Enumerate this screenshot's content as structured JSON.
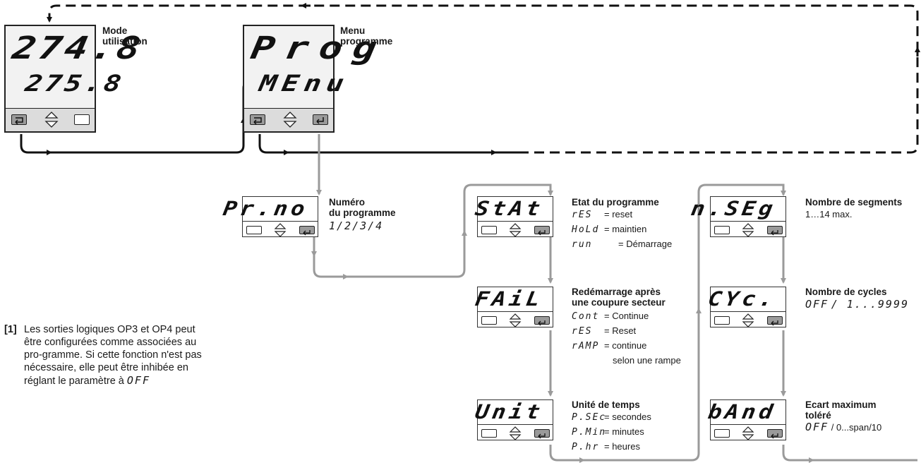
{
  "panels": {
    "mode": {
      "line1": "274.8",
      "line2": "275.8",
      "title": "Mode utilisation"
    },
    "prog": {
      "line1": "Prog",
      "line2": "MEnu",
      "title": "Menu programme"
    }
  },
  "params": {
    "prno": {
      "display": "Pr.no",
      "title1": "Numéro",
      "title2": "du programme",
      "values": "1/2/3/4"
    },
    "stat": {
      "display": "StAt",
      "title": "Etat du programme",
      "options": [
        {
          "code": "rES",
          "label": "= reset"
        },
        {
          "code": "HoLd",
          "label": "= maintien"
        },
        {
          "code": "run",
          "label": "= Démarrage"
        }
      ]
    },
    "fail": {
      "display": "FAiL",
      "title1": "Redémarrage après",
      "title2": "une coupure secteur",
      "options": [
        {
          "code": "Cont",
          "label": "= Continue"
        },
        {
          "code": "rES",
          "label": "= Reset"
        },
        {
          "code": "rAMP",
          "label": "= continue"
        }
      ],
      "extra": "selon une rampe"
    },
    "unit": {
      "display": "Unit",
      "title": "Unité de temps",
      "options": [
        {
          "code": "P.SEc",
          "label": "= secondes"
        },
        {
          "code": "P.Min",
          "label": "= minutes"
        },
        {
          "code": "P.hr",
          "label": "= heures"
        }
      ]
    },
    "nseg": {
      "display": "n.SEg",
      "title": "Nombre de segments",
      "desc": "1…14 max."
    },
    "cyc": {
      "display": "CYc.",
      "title": "Nombre de cycles",
      "code": "OFF",
      "desc": "/ 1...9999"
    },
    "band": {
      "display": "bAnd",
      "title1": "Ecart maximum",
      "title2": "toléré",
      "code": "OFF",
      "desc": "/ 0...span/10"
    }
  },
  "note": {
    "num": "[1]",
    "text": "Les sorties logiques OP3 et OP4 peut être configurées comme associées au pro-gramme. Si cette fonction n'est pas nécessaire, elle peut être inhibée en réglant le paramètre à",
    "code": "OFF"
  },
  "colors": {
    "black_path": "#111111",
    "gray_path": "#9a9a9a",
    "key_dark": "#9a9a9a"
  }
}
